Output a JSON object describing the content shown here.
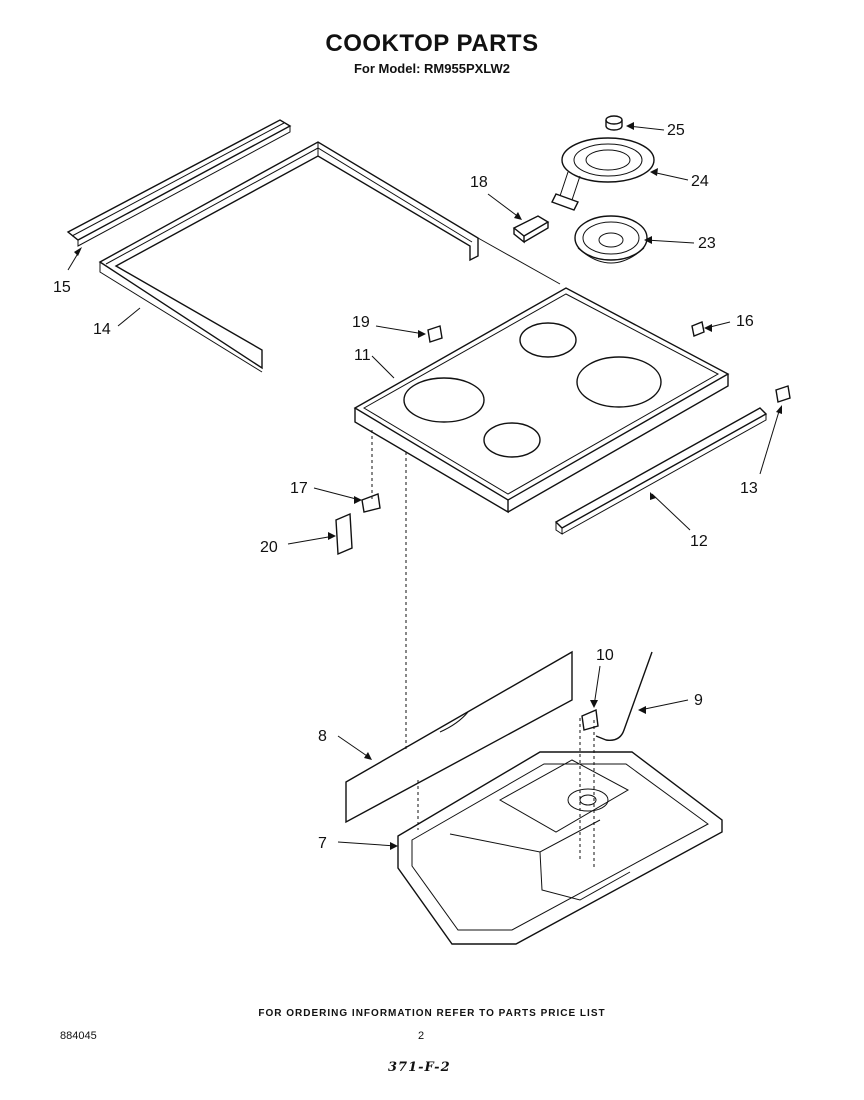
{
  "header": {
    "title": "COOKTOP PARTS",
    "subtitle": "For Model: RM955PXLW2"
  },
  "callouts": {
    "c25": "25",
    "c24": "24",
    "c23": "23",
    "c18": "18",
    "c15": "15",
    "c14": "14",
    "c19": "19",
    "c16": "16",
    "c11": "11",
    "c13": "13",
    "c17": "17",
    "c12": "12",
    "c20": "20",
    "c10": "10",
    "c9": "9",
    "c8": "8",
    "c7": "7"
  },
  "footer": {
    "ordering_note": "FOR ORDERING INFORMATION REFER TO PARTS PRICE LIST",
    "doc_id": "884045",
    "page": "2",
    "handwritten": "371-F-2"
  }
}
